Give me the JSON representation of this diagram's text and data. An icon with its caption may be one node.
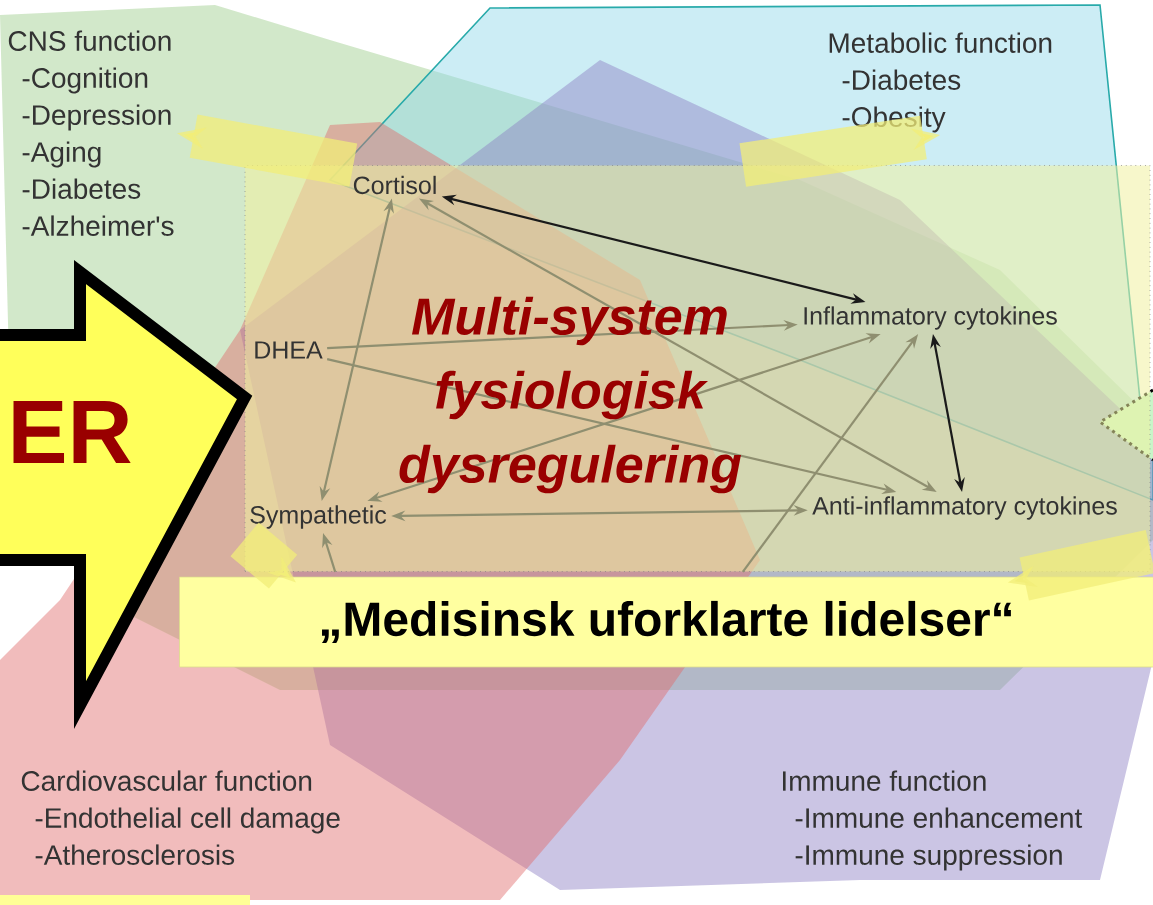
{
  "diagram": {
    "nodes": [
      {
        "text": [
          "CNS function",
          "-Cognition",
          "-Depression",
          "-Aging",
          "-Diabetes",
          "-Alzheimer's"
        ]
      },
      {
        "text": [
          "Metabolic function",
          "-Diabetes",
          "-Obesity"
        ]
      },
      {
        "text": [
          "Multi-system fysiologisk dysregulering"
        ]
      },
      {
        "text": [
          "Cortisol"
        ],
        "in": 2
      },
      {
        "text": [
          "DHEA"
        ],
        "in": 2
      },
      {
        "text": [
          "Inflammatory cytokines"
        ],
        "in": 2
      },
      {
        "text": [
          "Sympathetic"
        ],
        "in": 2
      },
      {
        "text": [
          "Anti-inflammatory cytokines"
        ],
        "in": 2
      },
      {
        "text": [
          "„Medisinsk uforklarte lidelser“"
        ]
      },
      {
        "text": [
          "Cardiovascular function",
          "-Endothelial cell damage",
          "-Atherosclerosis"
        ]
      },
      {
        "text": [
          "Immune function",
          "-Immune enhancement",
          "-Immune suppression"
        ]
      }
    ],
    "edges": [
      {
        "from": 2,
        "to": 0,
        "arrow": "to",
        "style": "thick",
        "color": "#f2ee78"
      },
      {
        "from": 2,
        "to": 1,
        "arrow": "to",
        "style": "thick",
        "color": "#f2ee78"
      },
      {
        "from": 2,
        "to": 8,
        "arrow": "to",
        "style": "thick",
        "color": "#f2ee78"
      },
      {
        "from": 2,
        "to": 8,
        "arrow": "to",
        "style": "thick",
        "color": "#f2ee78"
      },
      {
        "from": 5,
        "to": 3,
        "arrow": "both",
        "color": "#1a1a1a"
      },
      {
        "from": 5,
        "to": 7,
        "arrow": "both",
        "color": "#1a1a1a"
      },
      {
        "from": 6,
        "to": 3,
        "arrow": "both"
      },
      {
        "from": 7,
        "to": 3,
        "arrow": "both"
      },
      {
        "from": 4,
        "to": 5,
        "arrow": "to"
      },
      {
        "from": 4,
        "to": 7,
        "arrow": "to"
      },
      {
        "from": 7,
        "to": 6,
        "arrow": "both"
      },
      {
        "from": 6,
        "to": 5,
        "arrow": "both"
      },
      {
        "from": 2,
        "to": 5,
        "arrow": "to"
      },
      {
        "from": 2,
        "to": 6,
        "arrow": "to"
      },
      {
        "from": null,
        "to": 2,
        "arrow": "to",
        "label": "ER",
        "style": "thick",
        "color": "#ffff5a"
      }
    ]
  }
}
